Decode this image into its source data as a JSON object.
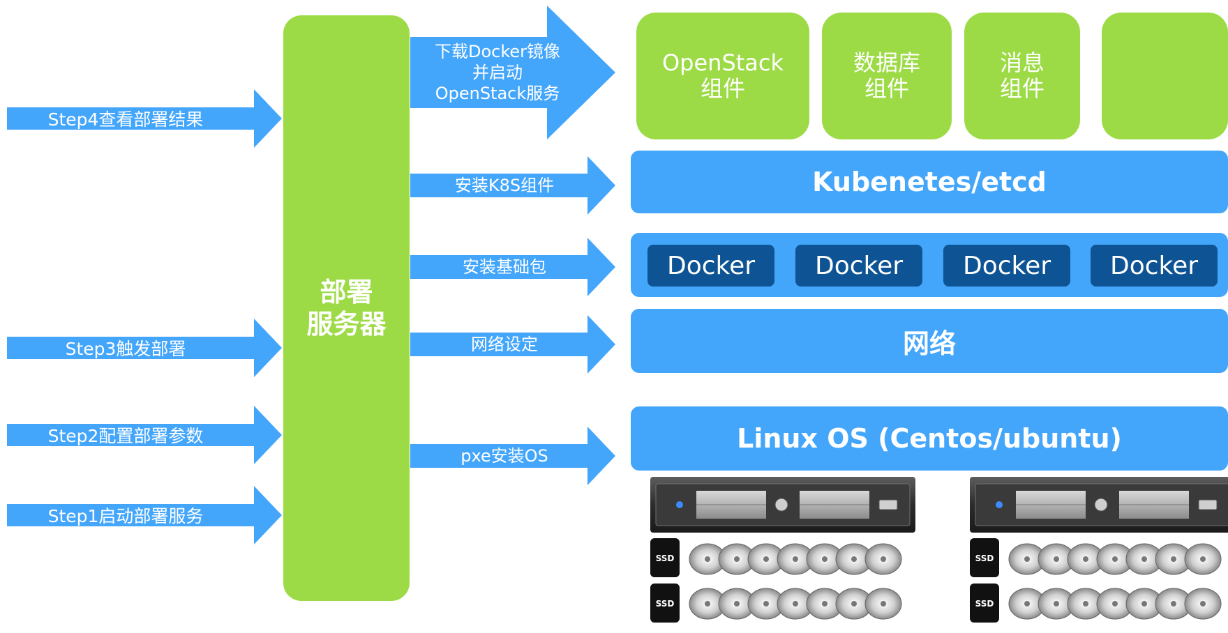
{
  "colors": {
    "green": "#9cdb45",
    "blue": "#44a6fb",
    "navy": "#0e5494",
    "white": "#ffffff"
  },
  "steps": [
    {
      "label": "Step4查看部署结果"
    },
    {
      "label": "Step3触发部署"
    },
    {
      "label": "Step2配置部署参数"
    },
    {
      "label": "Step1启动部署服务"
    }
  ],
  "server": {
    "line1": "部署",
    "line2": "服务器"
  },
  "actions": [
    {
      "lines": [
        "下载Docker镜像",
        "并启动",
        "OpenStack服务"
      ]
    },
    {
      "lines": [
        "安装K8S组件"
      ]
    },
    {
      "lines": [
        "安装基础包"
      ]
    },
    {
      "lines": [
        "网络设定"
      ]
    },
    {
      "lines": [
        "pxe安装OS"
      ]
    }
  ],
  "components": [
    {
      "line1": "OpenStack",
      "line2": "组件"
    },
    {
      "line1": "数据库",
      "line2": "组件"
    },
    {
      "line1": "消息",
      "line2": "组件"
    },
    {
      "line1": "",
      "line2": ""
    }
  ],
  "layers": {
    "kubernetes": "Kubenetes/etcd",
    "docker_label": "Docker",
    "network": "网络",
    "os": "Linux OS (Centos/ubuntu)"
  },
  "hardware": {
    "ssd_label": "SSD",
    "icons": [
      "rack-server-icon",
      "ssd-icon",
      "hard-disk-icon"
    ]
  }
}
